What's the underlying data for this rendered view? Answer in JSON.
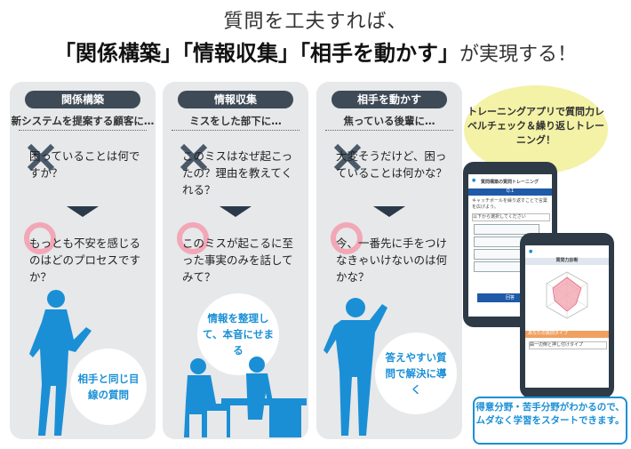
{
  "headline": {
    "line1": "質問を工夫すれば、",
    "line2_main": "「関係構築」「情報収集」「相手を動かす」",
    "line2_tail": "が実現する！"
  },
  "panels": [
    {
      "tag": "関係構築",
      "situation": "新システムを提案する顧客に…",
      "bad_question": "困っていることは何ですか？",
      "good_question": "もっとも不安を感じるのはどのプロセスですか？",
      "bubble": "相手と同じ目線の質問"
    },
    {
      "tag": "情報収集",
      "situation": "ミスをした部下に…",
      "bad_question": "このミスはなぜ起こったの？理由を教えてくれる？",
      "good_question": "このミスが起こるに至った事実のみを話してみて？",
      "bubble": "情報を整理して、本音にせまる"
    },
    {
      "tag": "相手を動かす",
      "situation": "焦っている後輩に…",
      "bad_question": "大変そうだけど、困っていることは何かな？",
      "good_question": "今、一番先に手をつけなきゃいけないのは何かな？",
      "bubble": "答えやすい質問で解決に導く"
    }
  ],
  "app": {
    "cloud_text": "トレーニングアプリで質問力レベルチェック＆繰り返しトレーニング！",
    "phone1_title": "質問構築の質問トレーニング",
    "phone1_q": "Q.1",
    "phone1_prompt": "キャッチボールを繰り返すことで言葉を広げよう。",
    "phone1_section": "以下から選択してください",
    "phone1_button": "回答",
    "phone2_title": "質問力診断",
    "phone2_section": "あなたの質問タイプ",
    "phone2_type": "曲一辺倒と押し付けタイプ",
    "bottom_text": "得意分野・苦手分野がわかるので、ムダなく学習をスタートできます。"
  },
  "colors": {
    "panel_bg": "#e6e8ea",
    "pill_bg": "#3e4a56",
    "accent_blue": "#1a8fd6",
    "pink_circle": "#f2a7b7",
    "x_mark": "#4a5a6a"
  }
}
